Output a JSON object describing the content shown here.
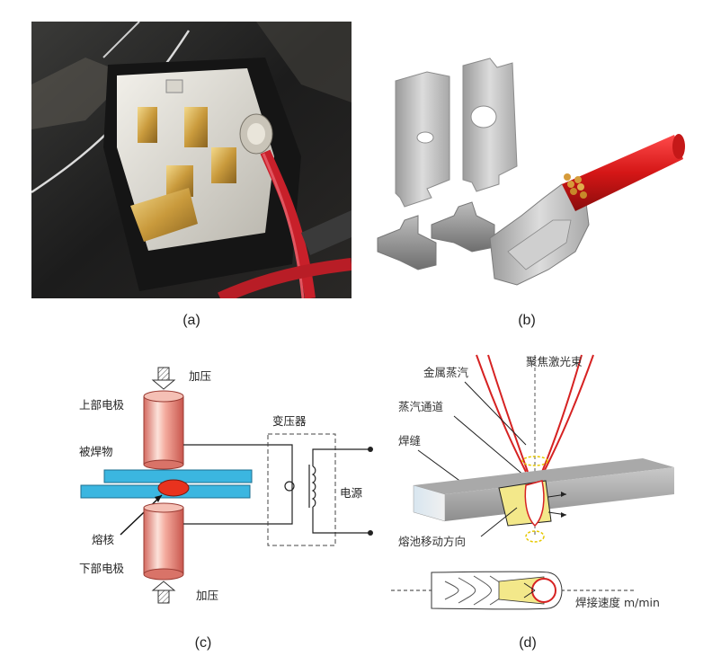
{
  "captions": {
    "a": "(a)",
    "b": "(b)",
    "c": "(c)",
    "d": "(d)"
  },
  "panel_c": {
    "pressure_top": "加压",
    "upper_electrode": "上部电极",
    "workpiece": "被焊物",
    "nugget": "熔核",
    "lower_electrode": "下部电极",
    "pressure_bottom": "加压",
    "transformer": "变压器",
    "power_supply": "电源"
  },
  "panel_d": {
    "laser_beam": "聚焦激光束",
    "metal_vapor": "金属蒸汽",
    "vapor_channel": "蒸汽通道",
    "weld_seam": "焊缝",
    "pool_direction": "熔池移动方向",
    "welding_speed": "焊接速度 m/min"
  },
  "colors": {
    "copper": "#d9786d",
    "plate_blue": "#3bb6e0",
    "nugget_red": "#e8321e",
    "wire_red": "#c8202a",
    "laser_red": "#d62222"
  }
}
